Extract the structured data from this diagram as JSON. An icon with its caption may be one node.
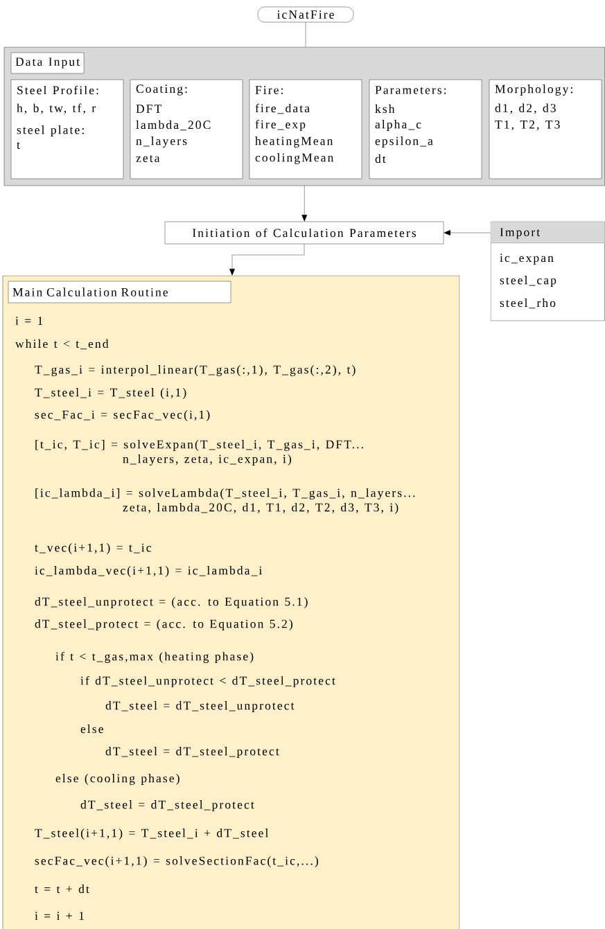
{
  "diagram": {
    "nodes": [
      {
        "text": [
          "icNatFire"
        ]
      },
      {
        "text": [
          "Data Input"
        ]
      },
      {
        "text": [
          "Steel Profile:",
          "h, b, tw, tf, r",
          "steel plate:",
          "t"
        ],
        "in": 1
      },
      {
        "text": [
          "Coating:",
          "DFT",
          "lambda_20C",
          "n_layers",
          "zeta"
        ],
        "in": 1
      },
      {
        "text": [
          "Fire:",
          "fire_data",
          "fire_exp",
          "heatingMean",
          "coolingMean"
        ],
        "in": 1
      },
      {
        "text": [
          "Parameters:",
          "ksh",
          "alpha_c",
          "epsilon_a",
          "dt"
        ],
        "in": 1
      },
      {
        "text": [
          "Morphology:",
          "d1, d2, d3",
          "T1, T2, T3"
        ],
        "in": 1
      },
      {
        "text": [
          "Initiation of Calculation Parameters"
        ]
      },
      {
        "text": [
          "Import",
          "ic_expan",
          "steel_cap",
          "steel_rho"
        ]
      },
      {
        "text": [
          "Main Calculation Routine",
          "i = 1",
          "while t < t_end",
          "T_gas_i = interpol_linear(T_gas(:,1), T_gas(:,2), t)",
          "T_steel_i = T_steel (i,1)",
          "sec_Fac_i = secFac_vec(i,1)",
          "[t_ic, T_ic] = solveExpan(T_steel_i, T_gas_i, DFT... n_layers, zeta, ic_expan, i)",
          "[ic_lambda_i] = solveLambda(T_steel_i, T_gas_i, n_layers... zeta, lambda_20C, d1, T1, d2, T2, d3, T3, i)",
          "t_vec(i+1,1) = t_ic",
          "ic_lambda_vec(i+1,1) = ic_lambda_i",
          "dT_steel_unprotect = (acc. to Equation 5.1)",
          "dT_steel_protect = (acc. to Equation 5.2)",
          "if t < t_gas,max (heating phase)",
          "if dT_steel_unprotect < dT_steel_protect",
          "dT_steel = dT_steel_unprotect",
          "else",
          "dT_steel = dT_steel_protect",
          "else (cooling phase)",
          "dT_steel = dT_steel_protect",
          "T_steel(i+1,1) = T_steel_i + dT_steel",
          "secFac_vec(i+1,1) = solveSectionFac(t_ic,...)",
          "t = t + dt",
          "i = i + 1"
        ]
      }
    ],
    "edges": [
      {
        "from": 0,
        "to": 1,
        "arrow": "none"
      },
      {
        "from": 1,
        "to": 7,
        "arrow": "to"
      },
      {
        "from": 8,
        "to": 7,
        "arrow": "to"
      },
      {
        "from": 7,
        "to": 9,
        "arrow": "to"
      }
    ]
  }
}
